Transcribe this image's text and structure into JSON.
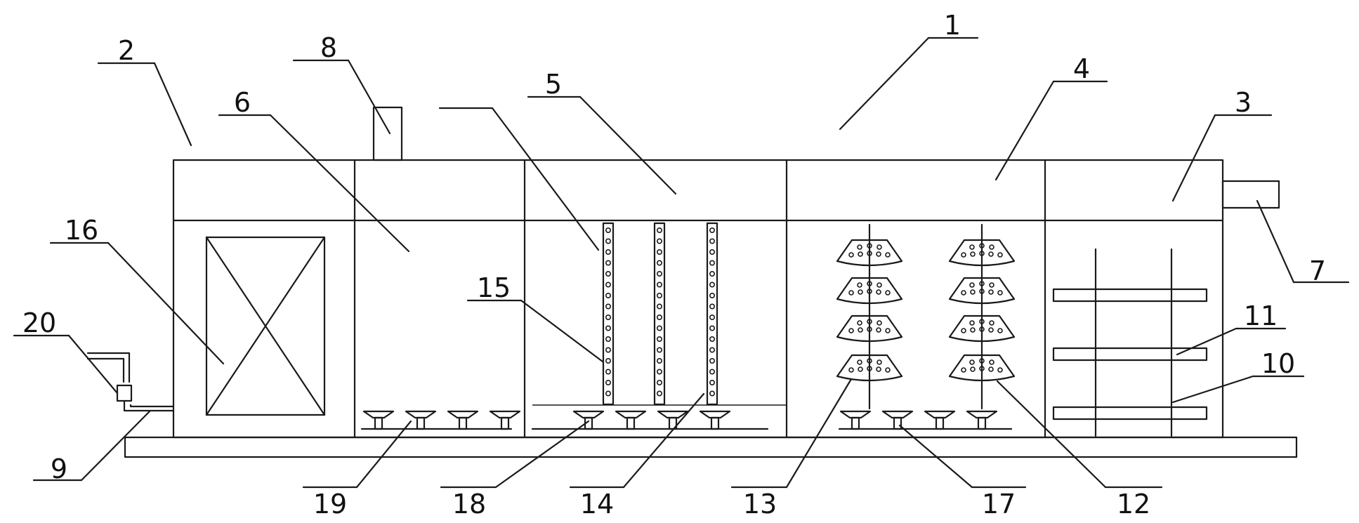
{
  "labels": [
    {
      "id": "1",
      "text": "1"
    },
    {
      "id": "2",
      "text": "2"
    },
    {
      "id": "3",
      "text": "3"
    },
    {
      "id": "4",
      "text": "4"
    },
    {
      "id": "5",
      "text": "5"
    },
    {
      "id": "6",
      "text": "6"
    },
    {
      "id": "7",
      "text": "7"
    },
    {
      "id": "8",
      "text": "8"
    },
    {
      "id": "9",
      "text": "9"
    },
    {
      "id": "10",
      "text": "10"
    },
    {
      "id": "11",
      "text": "11"
    },
    {
      "id": "12",
      "text": "12"
    },
    {
      "id": "13",
      "text": "13"
    },
    {
      "id": "14",
      "text": "14"
    },
    {
      "id": "15",
      "text": "15"
    },
    {
      "id": "16",
      "text": "16"
    },
    {
      "id": "17",
      "text": "17"
    },
    {
      "id": "18",
      "text": "18"
    },
    {
      "id": "19",
      "text": "19"
    },
    {
      "id": "20",
      "text": "20"
    }
  ]
}
